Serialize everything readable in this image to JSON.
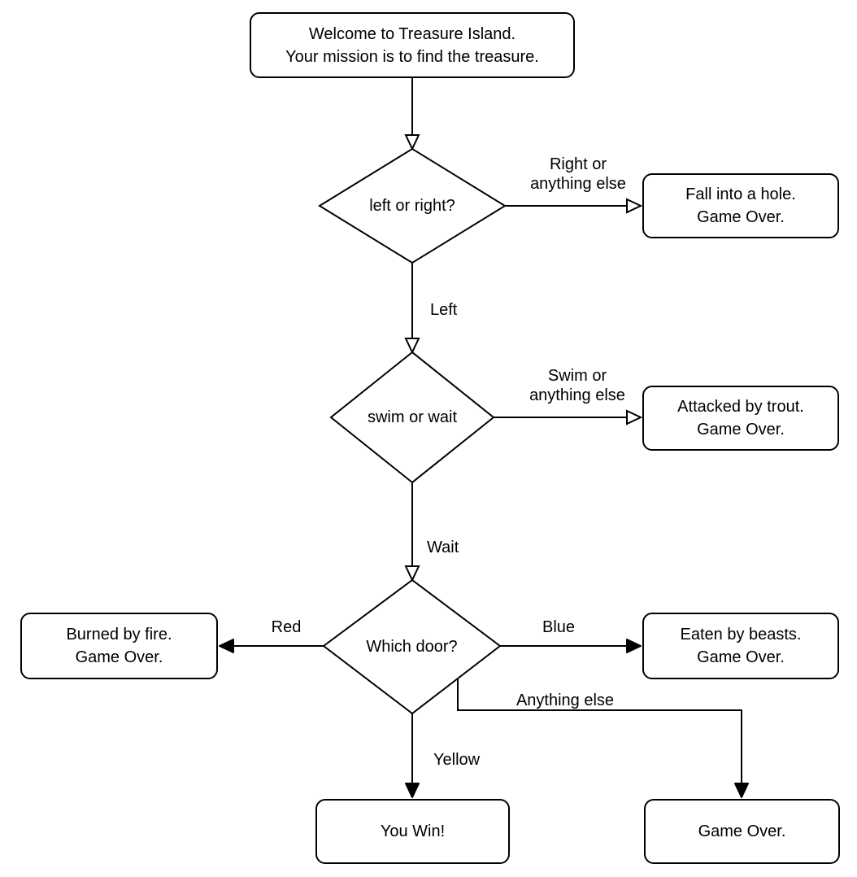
{
  "nodes": {
    "start": "Welcome to Treasure Island.\nYour mission is to find the treasure.",
    "decision_left_right": "left or right?",
    "fall_hole": "Fall into a hole.\nGame Over.",
    "decision_swim_wait": "swim or wait",
    "attacked_trout": "Attacked by trout.\nGame Over.",
    "decision_which_door": "Which door?",
    "burned_fire": "Burned by fire.\nGame Over.",
    "eaten_beasts": "Eaten by beasts.\nGame Over.",
    "you_win": "You Win!",
    "game_over": "Game Over."
  },
  "edge_labels": {
    "right": "Right or\nanything else",
    "left": "Left",
    "swim": "Swim or\nanything else",
    "wait": "Wait",
    "red": "Red",
    "blue": "Blue",
    "yellow": "Yellow",
    "anything_else": "Anything else"
  },
  "colors": {
    "line": "#000000",
    "text": "#000000",
    "background": "#ffffff"
  }
}
